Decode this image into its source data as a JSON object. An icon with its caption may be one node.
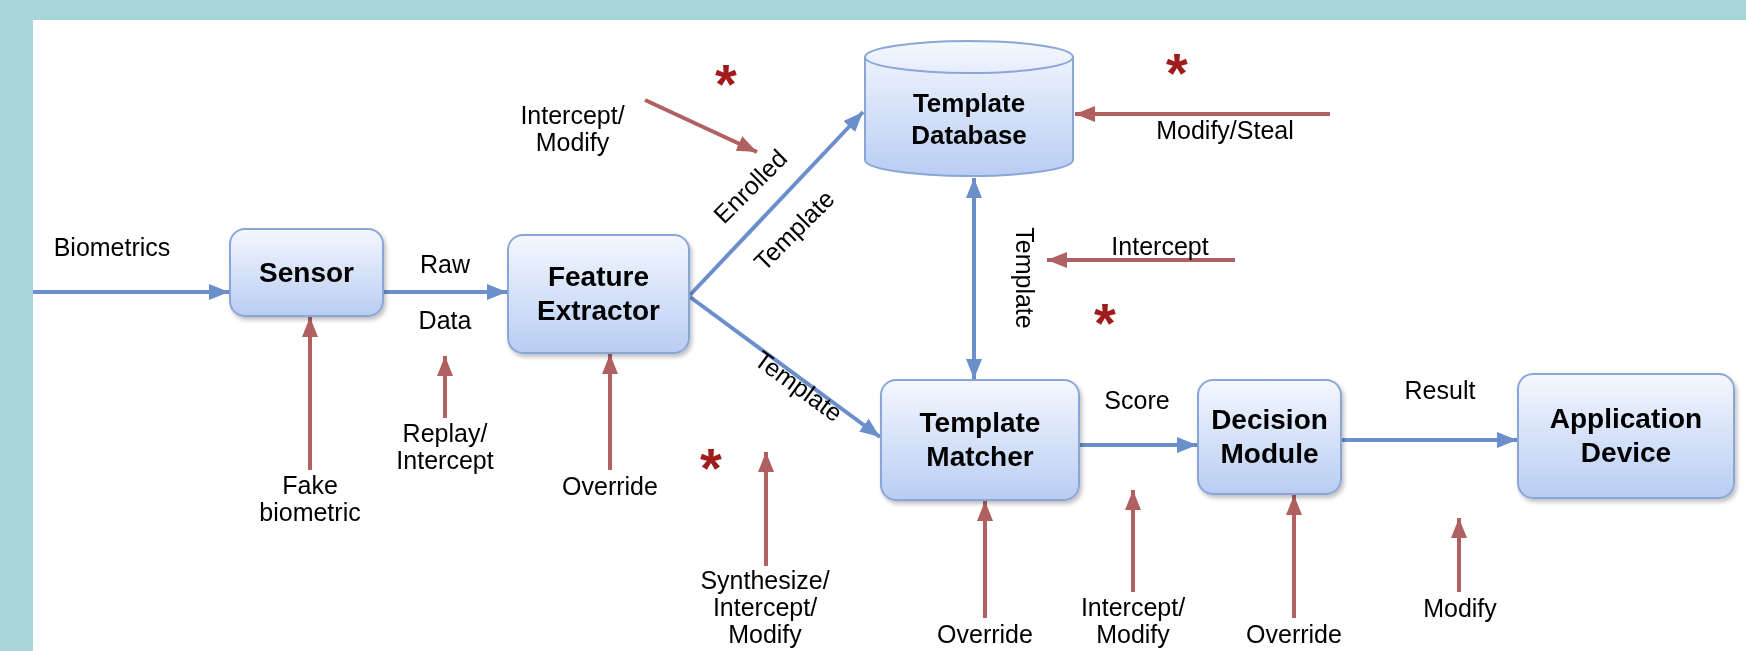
{
  "diagram": {
    "nodes": [
      {
        "text": [
          "Sensor"
        ]
      },
      {
        "text": [
          "Feature Extractor"
        ]
      },
      {
        "text": [
          "Template Database"
        ]
      },
      {
        "text": [
          "Template Matcher"
        ]
      },
      {
        "text": [
          "Decision Module"
        ]
      },
      {
        "text": [
          "Application Device"
        ]
      },
      {
        "text": [
          "Intercept/ Modify"
        ]
      },
      {
        "text": [
          "Modify/Steal"
        ]
      },
      {
        "text": [
          "Intercept"
        ]
      },
      {
        "text": [
          "Fake biometric"
        ]
      },
      {
        "text": [
          "Replay/ Intercept"
        ]
      },
      {
        "text": [
          "Override"
        ]
      },
      {
        "text": [
          "Synthesize/ Intercept/ Modify"
        ]
      },
      {
        "text": [
          "Override"
        ]
      },
      {
        "text": [
          "Intercept/ Modify"
        ]
      },
      {
        "text": [
          "Override"
        ]
      },
      {
        "text": [
          "Modify"
        ]
      }
    ],
    "edges": [
      {
        "from": null,
        "to": 0,
        "arrow": "to",
        "label": "Biometrics",
        "color": "#6b8fcb"
      },
      {
        "from": 0,
        "to": 1,
        "arrow": "to",
        "label": "Raw Data",
        "color": "#6b8fcb"
      },
      {
        "from": 1,
        "to": 2,
        "arrow": "to",
        "label": "Enrolled Template",
        "color": "#6b8fcb"
      },
      {
        "from": 1,
        "to": 3,
        "arrow": "to",
        "label": "Template",
        "color": "#6b8fcb"
      },
      {
        "from": 2,
        "to": 3,
        "arrow": "both",
        "label": "Template",
        "color": "#6b8fcb"
      },
      {
        "from": 3,
        "to": 4,
        "arrow": "to",
        "label": "Score",
        "color": "#6b8fcb"
      },
      {
        "from": 4,
        "to": 5,
        "arrow": "to",
        "label": "Result",
        "color": "#6b8fcb"
      },
      {
        "from": 6,
        "to": null,
        "arrow": "to",
        "color": "#b06060"
      },
      {
        "from": 7,
        "to": 2,
        "arrow": "to",
        "color": "#b06060"
      },
      {
        "from": 8,
        "to": null,
        "arrow": "to",
        "color": "#b06060"
      },
      {
        "from": 9,
        "to": 0,
        "arrow": "to",
        "color": "#b06060"
      },
      {
        "from": 10,
        "to": null,
        "arrow": "to",
        "color": "#b06060"
      },
      {
        "from": 11,
        "to": 1,
        "arrow": "to",
        "color": "#b06060"
      },
      {
        "from": 12,
        "to": null,
        "arrow": "to",
        "color": "#b06060"
      },
      {
        "from": 13,
        "to": 3,
        "arrow": "to",
        "color": "#b06060"
      },
      {
        "from": 14,
        "to": null,
        "arrow": "to",
        "color": "#b06060"
      },
      {
        "from": 15,
        "to": 4,
        "arrow": "to",
        "color": "#b06060"
      },
      {
        "from": 16,
        "to": null,
        "arrow": "to",
        "color": "#b06060"
      }
    ],
    "labels": [
      "*",
      "*",
      "*",
      "*"
    ]
  }
}
